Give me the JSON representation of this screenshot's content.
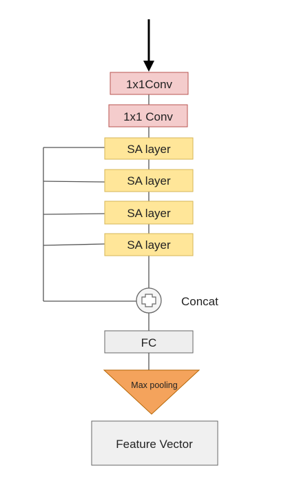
{
  "diagram": {
    "nodes": {
      "conv1": {
        "label": "1x1Conv",
        "fill": "#f4cccc",
        "stroke": "#b85450"
      },
      "conv2": {
        "label": "1x1 Conv",
        "fill": "#f4cccc",
        "stroke": "#b85450"
      },
      "sa_layers": [
        {
          "label": "SA layer"
        },
        {
          "label": "SA layer"
        },
        {
          "label": "SA layer"
        },
        {
          "label": "SA layer"
        }
      ],
      "concat": {
        "label": "Concat"
      },
      "fc": {
        "label": "FC",
        "fill": "#eeeeee",
        "stroke": "#666666"
      },
      "max_pooling": {
        "label": "Max pooling",
        "fill": "#f4a35c",
        "stroke": "#b46504"
      },
      "feature_vector": {
        "label": "Feature Vector",
        "fill": "#f0f0f0",
        "stroke": "#666666"
      }
    },
    "colors": {
      "sa_fill": "#ffe699",
      "sa_stroke": "#d6b656",
      "line": "#555555",
      "arrow": "#000000"
    }
  }
}
